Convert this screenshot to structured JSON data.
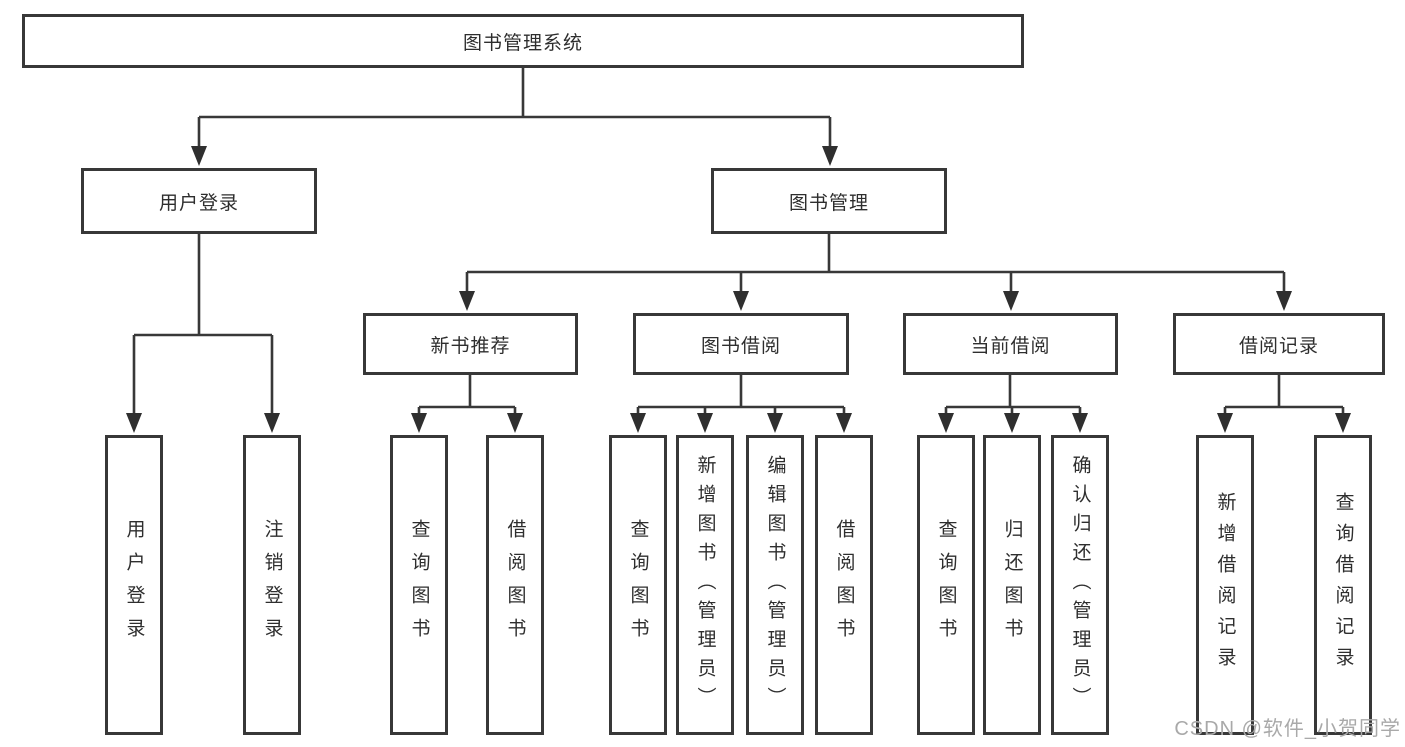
{
  "diagram": {
    "root": "图书管理系统",
    "level2": {
      "user_login": "用户登录",
      "book_mgmt": "图书管理"
    },
    "level3": {
      "new_book": "新书推荐",
      "book_borrow": "图书借阅",
      "current_borrow": "当前借阅",
      "borrow_record": "借阅记录"
    },
    "leaves": {
      "user_login": "用户登录",
      "logout": "注销登录",
      "nb_query": "查询图书",
      "nb_borrow": "借阅图书",
      "bb_query": "查询图书",
      "bb_add": "新增图书（管理员）",
      "bb_edit": "编辑图书（管理员）",
      "bb_borrow": "借阅图书",
      "cb_query": "查询图书",
      "cb_return": "归还图书",
      "cb_confirm": "确认归还（管理员）",
      "br_add": "新增借阅记录",
      "br_query": "查询借阅记录"
    },
    "watermark": "CSDN @软件_小贺同学"
  }
}
